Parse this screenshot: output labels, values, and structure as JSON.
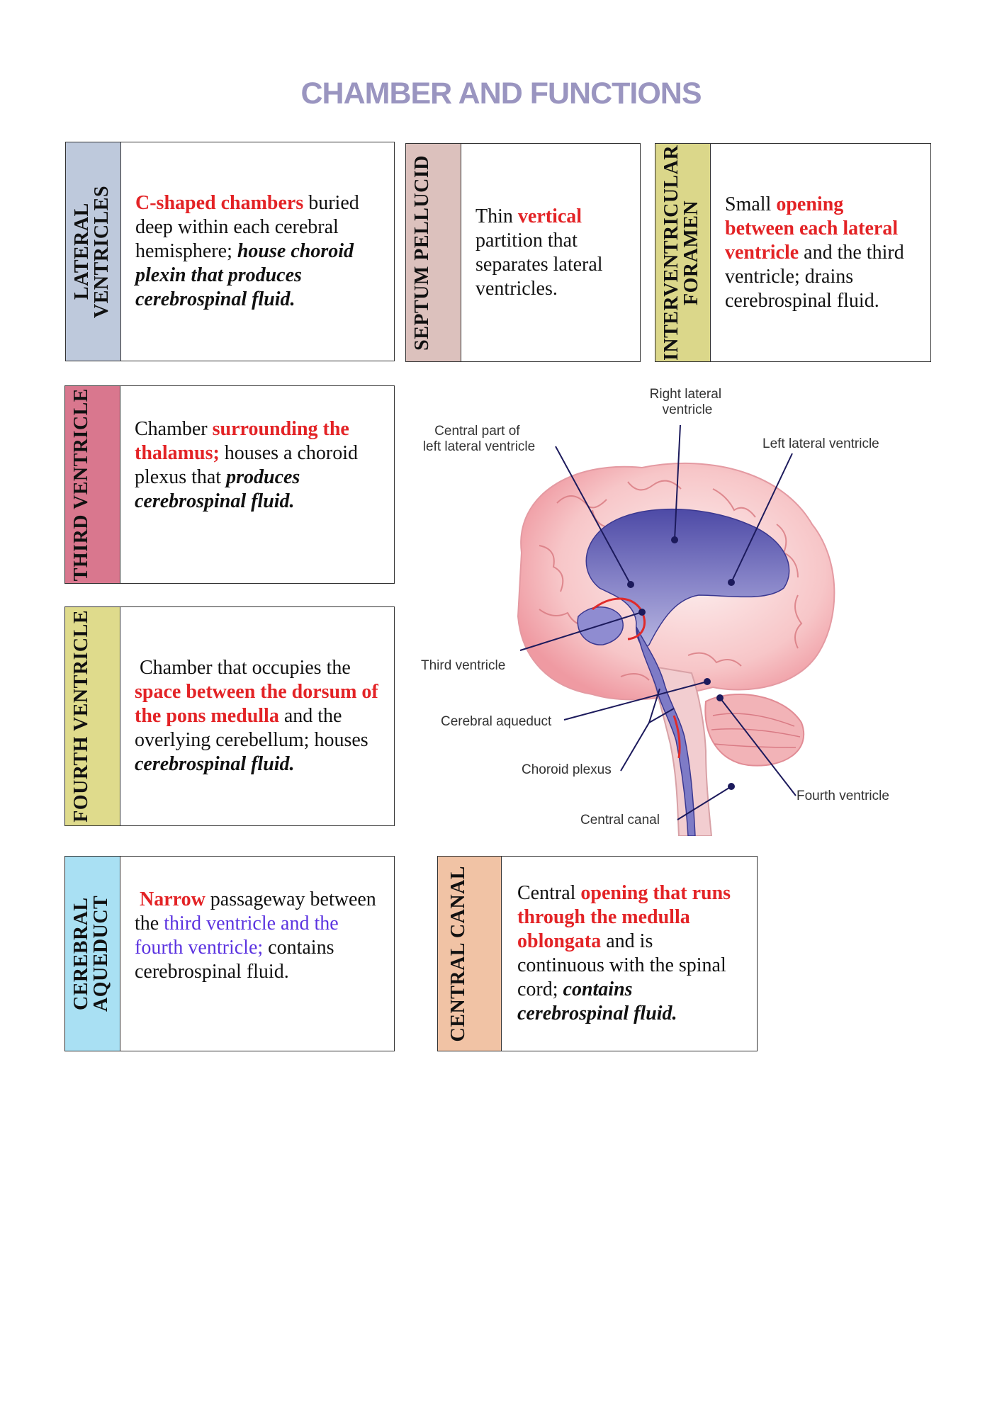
{
  "title": "CHAMBER AND FUNCTIONS",
  "cards": {
    "lateral": {
      "label": "LATERAL VENTRICLES",
      "t1": "C-shaped chambers",
      "t2": " buried deep within each cerebral hemisphere; ",
      "t3": "house choroid plexin that produces cerebrospinal fluid."
    },
    "septum": {
      "label": "SEPTUM PELLUCID",
      "t1": "Thin ",
      "t2": "vertical",
      "t3": " partition that separates lateral ventricles."
    },
    "interventricular": {
      "label": "INTERVENTRICULAR FORAMEN",
      "t1": "Small ",
      "t2": "opening between each lateral ventricle",
      "t3": " and the third ventricle; drains cerebrospinal fluid."
    },
    "third": {
      "label": "THIRD VENTRICLE",
      "t1": "Chamber ",
      "t2": "surrounding the thalamus;",
      "t3": " houses a choroid plexus that ",
      "t4": "produces cerebrospinal fluid."
    },
    "fourth": {
      "label": "FOURTH VENTRICLE",
      "t1": " Chamber that occupies the ",
      "t2": "space between the dorsum of the pons medulla",
      "t3": " and the overlying cerebellum; houses ",
      "t4": "cerebrospinal fluid."
    },
    "aqueduct": {
      "label": "CEREBRAL AQUEDUCT",
      "t1": " Narrow",
      "t2": " passageway between the ",
      "t3": "third ventricle and the fourth ventricle;",
      "t4": " contains cerebrospinal fluid."
    },
    "canal": {
      "label": "CENTRAL CANAL",
      "t1": "Central ",
      "t2": "opening that runs through the medulla oblongata",
      "t3": " and is continuous with the spinal cord; ",
      "t4": "contains cerebrospinal fluid."
    }
  },
  "diagram": {
    "right_lateral": [
      "Right lateral",
      "ventricle"
    ],
    "central_part": [
      "Central part of",
      "left lateral ventricle"
    ],
    "left_lateral": "Left lateral ventricle",
    "third": "Third ventricle",
    "aqueduct": "Cerebral aqueduct",
    "choroid": "Choroid plexus",
    "fourth": "Fourth ventricle",
    "canal": "Central canal"
  },
  "colors": {
    "title": "#9a95c0",
    "red": "#e32326",
    "blue": "#5b33e0",
    "lateral": "#bec9dc",
    "septum": "#dcc1bd",
    "interventricular": "#dbd78a",
    "third": "#d9778e",
    "fourth": "#dfdb8c",
    "aqueduct": "#a9e0f3",
    "canal": "#f1c3a5"
  }
}
